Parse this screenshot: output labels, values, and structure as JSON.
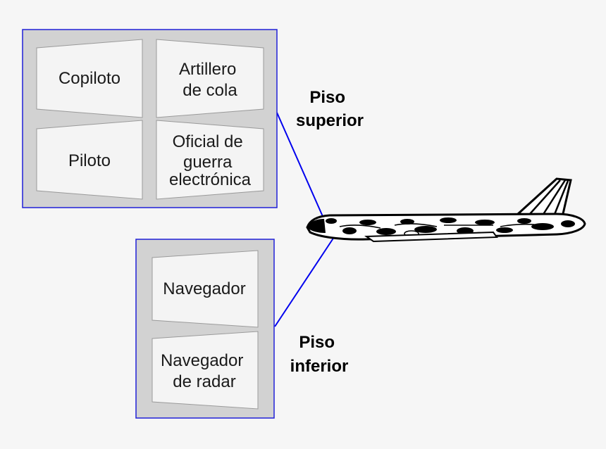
{
  "decks": {
    "upper": {
      "label_lines": [
        "Piso",
        "superior"
      ],
      "seats": [
        {
          "id": "copilot",
          "lines": [
            "Copiloto"
          ]
        },
        {
          "id": "tail-gunner",
          "lines": [
            "Artillero",
            "de cola"
          ]
        },
        {
          "id": "pilot",
          "lines": [
            "Piloto"
          ]
        },
        {
          "id": "ew-officer",
          "lines": [
            "Oficial de",
            "guerra",
            "electrónica"
          ]
        }
      ]
    },
    "lower": {
      "label_lines": [
        "Piso",
        "inferior"
      ],
      "seats": [
        {
          "id": "navigator",
          "lines": [
            "Navegador"
          ]
        },
        {
          "id": "radar-navigator",
          "lines": [
            "Navegador",
            "de radar"
          ]
        }
      ]
    }
  },
  "colors": {
    "background": "#f6f6f6",
    "panel_fill": "#d2d2d2",
    "panel_border": "#2020d8",
    "seat_fill": "#f4f4f4",
    "connector": "#0000ee",
    "aircraft": "#000000"
  },
  "icons": {
    "aircraft": "b52-bomber-silhouette-icon"
  }
}
